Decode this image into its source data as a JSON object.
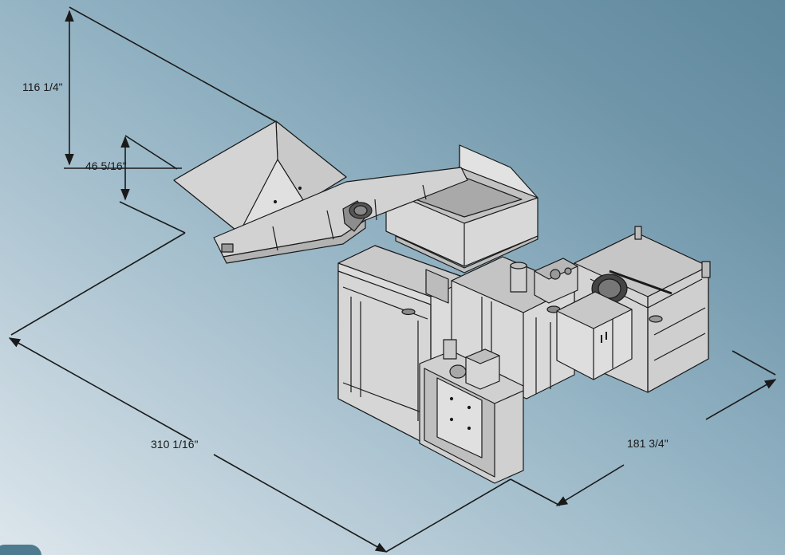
{
  "dimensions": {
    "overall_height": "116 1/4\"",
    "feed_height": "46 5/16\"",
    "overall_length": "310 1/16\"",
    "overall_width": "181 3/4\""
  },
  "colors": {
    "background_light": "#dde6ec",
    "background_dark": "#5f889d",
    "machine_fill": "#d9d9d9",
    "machine_shade": "#b8b8b8",
    "line": "#1a1a1a"
  }
}
